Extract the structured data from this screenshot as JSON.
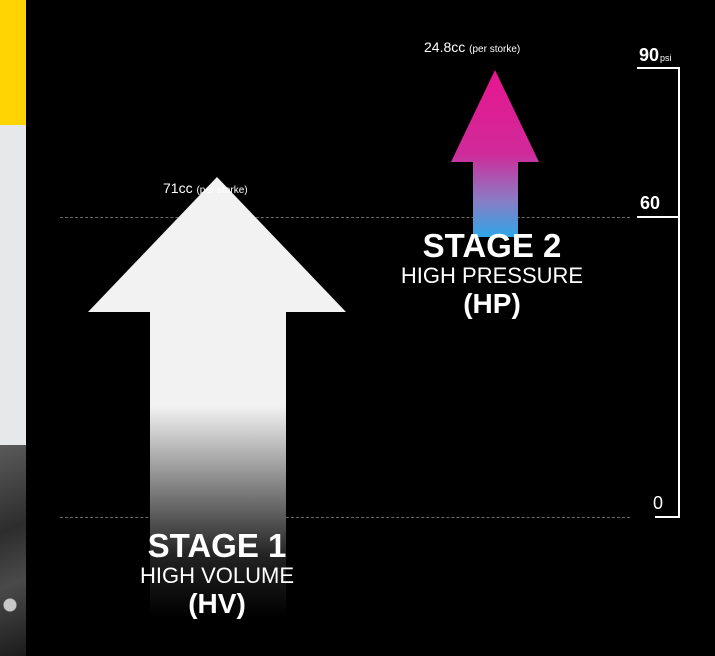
{
  "scale": {
    "ticks": [
      {
        "label": "90",
        "unit": "psi"
      },
      {
        "label": "60"
      },
      {
        "label": "0"
      }
    ]
  },
  "stage1": {
    "volume_value": "71cc",
    "volume_note": "(per storke)",
    "title": "STAGE 1",
    "subtitle": "HIGH VOLUME",
    "abbr": "(HV)",
    "arrow_color": "#f2f2f2"
  },
  "stage2": {
    "volume_value": "24.8cc",
    "volume_note": "(per storke)",
    "title": "STAGE 2",
    "subtitle": "HIGH PRESSURE",
    "abbr": "(HP)",
    "arrow_top_color": "#e8168f",
    "arrow_bottom_color": "#2ea6e6"
  },
  "colors": {
    "background": "#000000",
    "brand_yellow": "#ffd400"
  }
}
